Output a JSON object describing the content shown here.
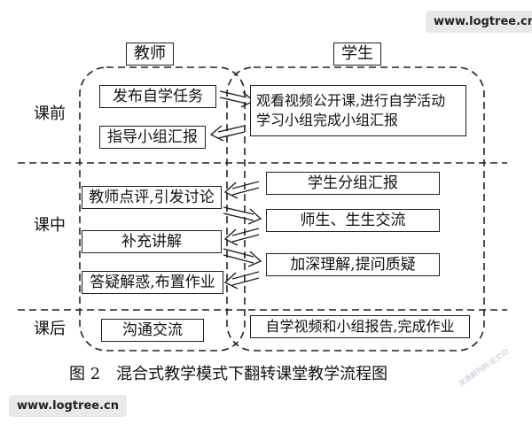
{
  "watermark_top": "www.logtree.cn",
  "watermark_bottom": "www.logtree.cn",
  "watermark_faint": "龙源期刊网·论文ID",
  "diagram": {
    "col_teacher": "教师",
    "col_student": "学生",
    "rows": {
      "before": "课前",
      "during": "课中",
      "after": "课后"
    },
    "teacher": {
      "publish_task": "发布自学任务",
      "guide_report": "指导小组汇报",
      "comment_discuss": "教师点评,引发讨论",
      "supplement": "补充讲解",
      "answer_assign": "答疑解惑,布置作业",
      "communicate": "沟通交流"
    },
    "student": {
      "watch_line1": "观看视频公开课,进行自学活动",
      "watch_line2": "学习小组完成小组汇报",
      "group_report": "学生分组汇报",
      "exchange": "师生、生生交流",
      "deepen": "加深理解,提问质疑",
      "homework": "自学视频和小组报告,完成作业"
    },
    "caption": "图 2　混合式教学模式下翻转课堂教学流程图"
  }
}
